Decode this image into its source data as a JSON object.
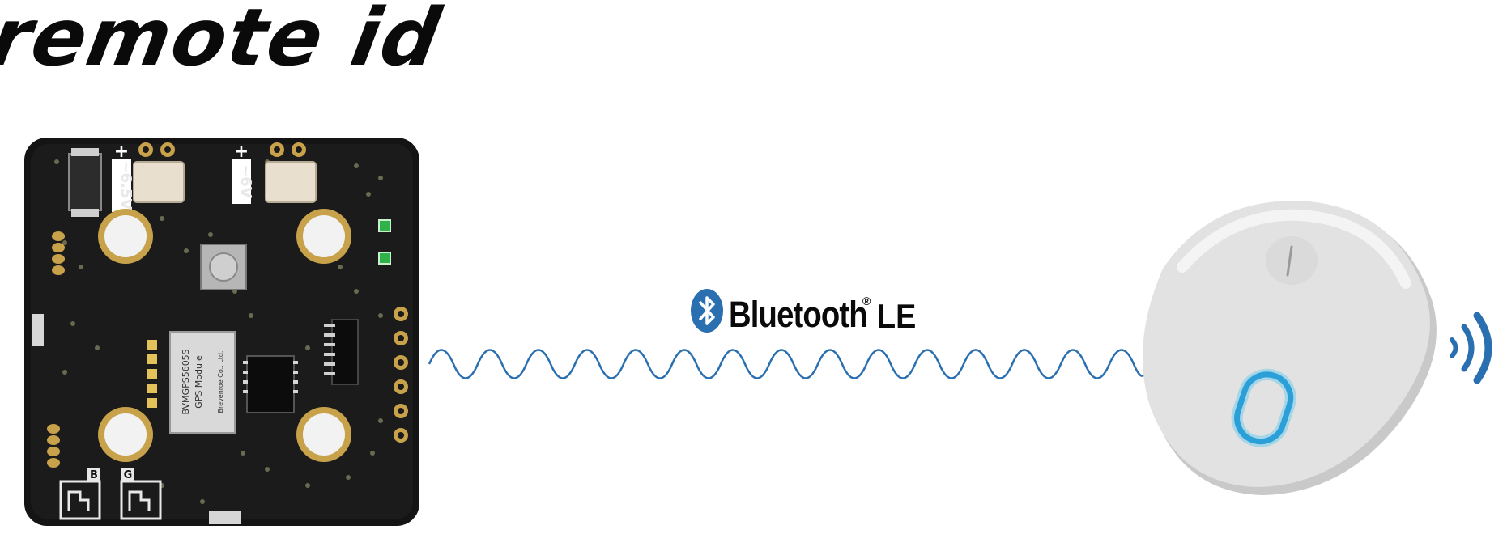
{
  "brand": {
    "title": "remote id"
  },
  "link": {
    "label": "Bluetooth",
    "registered_mark": "®",
    "suffix": "LE",
    "color": "#2a6fb0"
  },
  "board": {
    "label_left_voltage": "~6.5V",
    "label_right_voltage": "~6V",
    "module_model": "BVMGPS5605S",
    "module_name": "GPS Module",
    "module_maker": "Brevenroe Co., Ltd.",
    "pad_label_left": "B",
    "pad_label_right": "G"
  },
  "colors": {
    "board_fill": "#141414",
    "gold": "#c8a24a",
    "led_green": "#2fb24a",
    "tag_body": "#e2e2e2",
    "tag_ring": "#2a9fd8",
    "wave": "#2a6fb0"
  },
  "icons": {
    "bluetooth": "bluetooth-icon",
    "signal": "wireless-signal-icon"
  }
}
